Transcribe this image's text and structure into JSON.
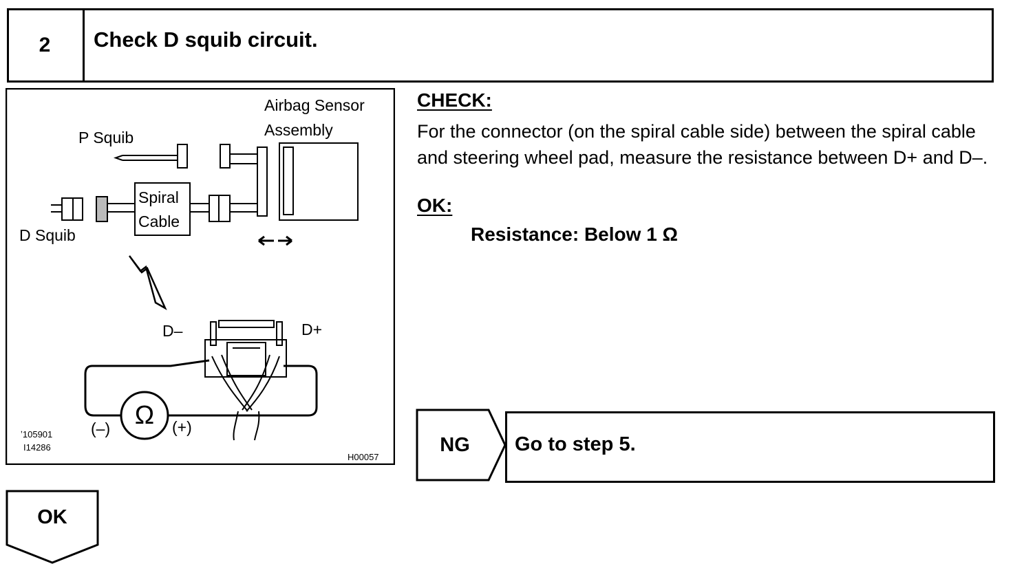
{
  "step": {
    "number": "2",
    "title": "Check D squib circuit."
  },
  "figure": {
    "airbag_sensor_line1": "Airbag Sensor",
    "airbag_sensor_line2": "Assembly",
    "p_squib": "P Squib",
    "d_squib": "D Squib",
    "spiral_line1": "Spiral",
    "spiral_line2": "Cable",
    "d_minus": "D–",
    "d_plus": "D+",
    "ohm_symbol": "Ω",
    "minus_terminal": "(–)",
    "plus_terminal": "(+)",
    "ref_code_1": "ʼ105901",
    "ref_code_2": "I14286",
    "figure_code": "H00057"
  },
  "check": {
    "heading": "CHECK:",
    "text": "For the connector (on the spiral cable side) between the spiral cable and steering wheel pad, measure the resistance between D+ and D–."
  },
  "ok_section": {
    "heading": "OK:",
    "spec": "Resistance: Below 1 Ω"
  },
  "ng": {
    "label": "NG",
    "action": "Go to step 5."
  },
  "ok_result": {
    "label": "OK"
  }
}
